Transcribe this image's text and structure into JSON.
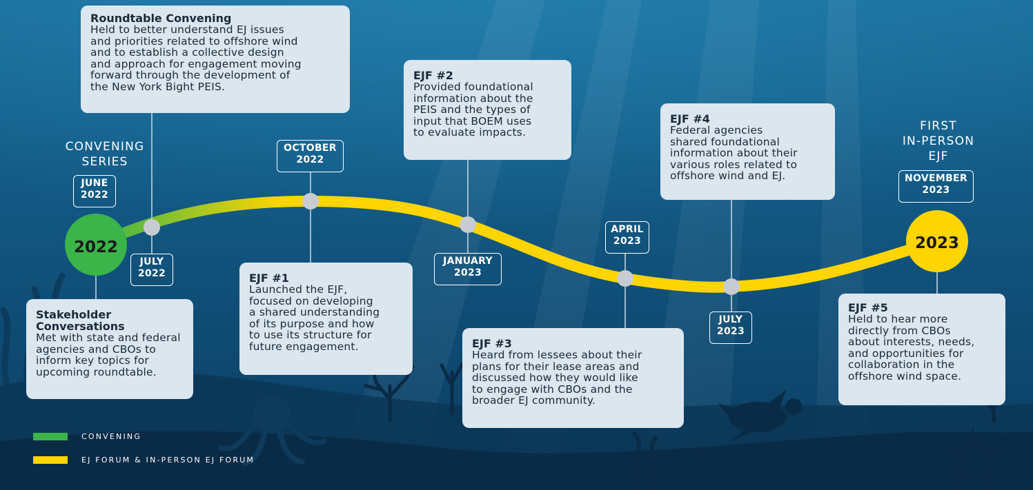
{
  "colors": {
    "convening": "#3bb44a",
    "forum": "#ffd500",
    "node": "#c8ccd2",
    "card_bg": "#dbe6ee"
  },
  "headings": {
    "convening_series": "CONVENING\nSERIES",
    "first_in_person": "FIRST\nIN-PERSON\nEJF"
  },
  "year_markers": {
    "start": "2022",
    "end": "2023"
  },
  "dates": {
    "june_2022": "JUNE\n2022",
    "july_2022": "JULY\n2022",
    "october_2022": "OCTOBER\n2022",
    "january_2023": "JANUARY\n2023",
    "april_2023": "APRIL\n2023",
    "july_2023": "JULY\n2023",
    "november_2023": "NOVEMBER\n2023"
  },
  "events": {
    "stakeholder": {
      "title": "Stakeholder\nConversations",
      "body": "Met with state and federal\nagencies and CBOs to\ninform key topics for\nupcoming roundtable."
    },
    "roundtable": {
      "title": "Roundtable Convening",
      "body": "Held to better understand EJ issues\nand priorities related to offshore wind\nand to establish a collective design\nand approach for engagement moving\nforward through the development of\nthe New York Bight PEIS."
    },
    "ejf1": {
      "title": "EJF #1",
      "body": "Launched the EJF,\nfocused on developing\na shared understanding\nof its purpose and how\nto use its structure for\nfuture engagement."
    },
    "ejf2": {
      "title": "EJF #2",
      "body": "Provided foundational\ninformation about the\nPEIS and the types of\ninput that BOEM uses\nto evaluate impacts."
    },
    "ejf3": {
      "title": "EJF #3",
      "body": "Heard from lessees about their\nplans for their lease areas and\ndiscussed how they would like\nto engage with CBOs and the\nbroader EJ community."
    },
    "ejf4": {
      "title": "EJF #4",
      "body": "Federal agencies\nshared foundational\ninformation about their\nvarious roles related to\noffshore wind and EJ."
    },
    "ejf5": {
      "title": "EJF #5",
      "body": "Held to hear more\ndirectly from CBOs\nabout interests, needs,\nand opportunities for\ncollaboration in the\noffshore wind space."
    }
  },
  "legend": {
    "convening": "CONVENING",
    "forum": "EJ FORUM & IN-PERSON EJ FORUM"
  }
}
